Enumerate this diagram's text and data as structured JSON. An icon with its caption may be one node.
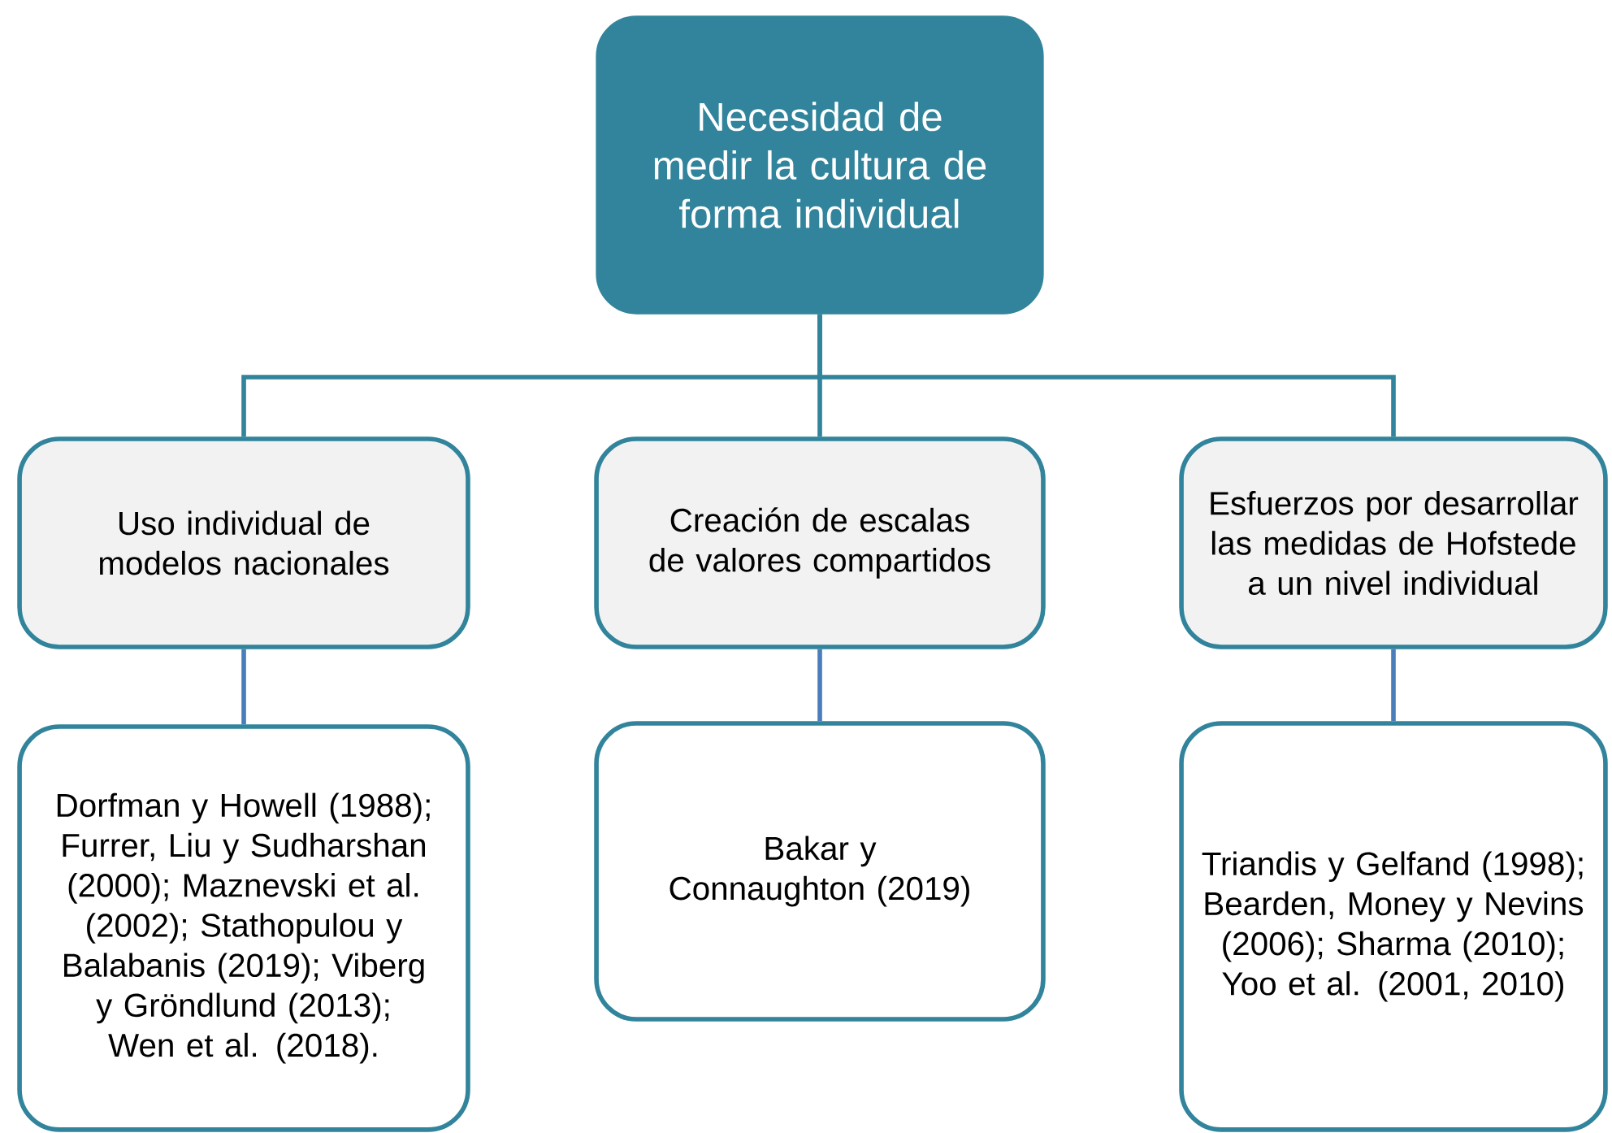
{
  "diagram": {
    "nodes": [
      {
        "text": [
          "Necesidad de medir la cultura de forma individual"
        ]
      },
      {
        "text": [
          "Uso individual de modelos nacionales"
        ]
      },
      {
        "text": [
          "Creación de escalas de valores compartidos"
        ]
      },
      {
        "text": [
          "Esfuerzos por desarrollar las medidas de Hofstede a un nivel individual"
        ]
      },
      {
        "text": [
          "Dorfman y Howell (1988); Furrer, Liu y Sudharshan (2000); Maznevski et al. (2002); Stathopulou y Balabanis (2019); Viberg y Gröndlund (2013); Wen et al. (2018)."
        ]
      },
      {
        "text": [
          "Bakar y Connaughton (2019)"
        ]
      },
      {
        "text": [
          "Triandis y Gelfand (1998); Bearden, Money y Nevins (2006); Sharma (2010); Yoo et al. (2001, 2010)"
        ]
      }
    ],
    "edges": [
      {
        "from": 0,
        "to": 1,
        "arrow": "none"
      },
      {
        "from": 0,
        "to": 2,
        "arrow": "none"
      },
      {
        "from": 0,
        "to": 3,
        "arrow": "none"
      },
      {
        "from": 1,
        "to": 4,
        "arrow": "none",
        "color": "#4a7ebb"
      },
      {
        "from": 2,
        "to": 5,
        "arrow": "none",
        "color": "#4a7ebb"
      },
      {
        "from": 3,
        "to": 6,
        "arrow": "none",
        "color": "#4a7ebb"
      }
    ]
  }
}
